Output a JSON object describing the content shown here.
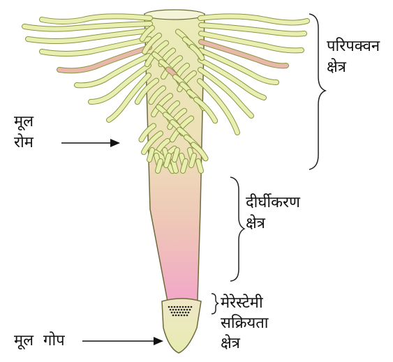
{
  "labels": {
    "root_hair_line1": "मूल",
    "root_hair_line2": "रोम",
    "maturation_line1": "परिपक्वन",
    "maturation_line2": "क्षेत्र",
    "elongation_line1": "दीर्घीकरण",
    "elongation_line2": "क्षेत्र",
    "meristem_line1": "मेरेस्टेमी",
    "meristem_line2": "सक्रियता",
    "meristem_line3": "क्षेत्र",
    "root_cap": "मूल  गोप"
  },
  "colors": {
    "hair_fill": "#e8efb0",
    "hair_stroke": "#8a9440",
    "hair_pink": "#e8b8a8",
    "root_top": "#e9ecb8",
    "root_mid": "#efd0b4",
    "root_tip": "#f0a8c8",
    "cap_fill": "#eaeeb8",
    "meristem_dots": "#222222"
  }
}
